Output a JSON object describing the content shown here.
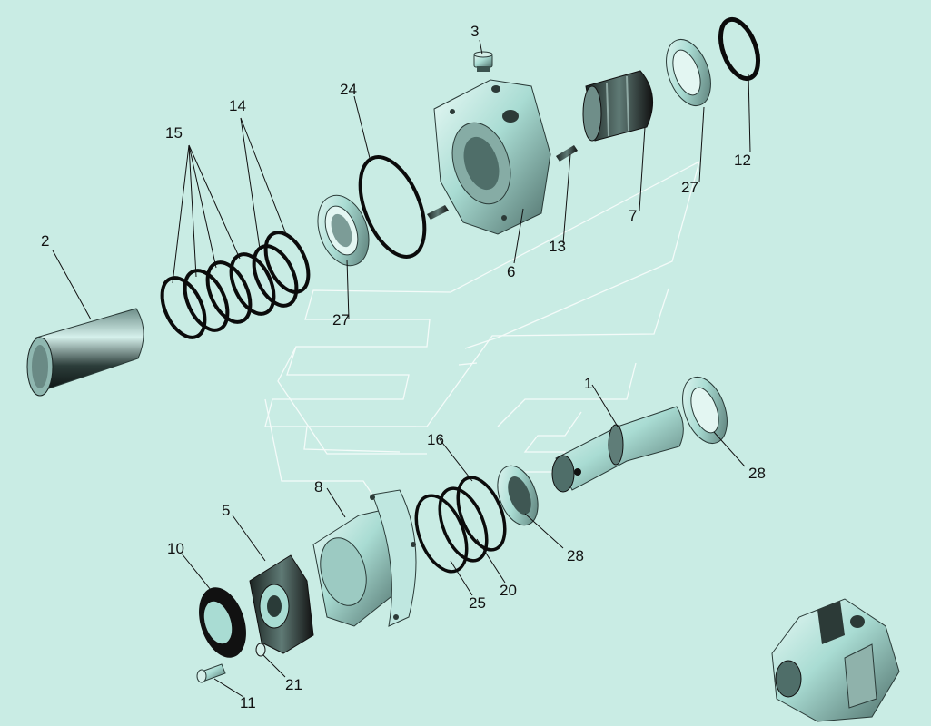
{
  "diagram": {
    "background": "#c9ece4",
    "part_color": "#a9dcd3",
    "shadow_color": "#4e6e69",
    "labels": [
      {
        "id": "p1",
        "text": "1"
      },
      {
        "id": "p2",
        "text": "2"
      },
      {
        "id": "p3",
        "text": "3"
      },
      {
        "id": "p5",
        "text": "5"
      },
      {
        "id": "p6",
        "text": "6"
      },
      {
        "id": "p7",
        "text": "7"
      },
      {
        "id": "p8",
        "text": "8"
      },
      {
        "id": "p10",
        "text": "10"
      },
      {
        "id": "p11",
        "text": "11"
      },
      {
        "id": "p12",
        "text": "12"
      },
      {
        "id": "p13",
        "text": "13"
      },
      {
        "id": "p14",
        "text": "14"
      },
      {
        "id": "p15",
        "text": "15"
      },
      {
        "id": "p16",
        "text": "16"
      },
      {
        "id": "p20",
        "text": "20"
      },
      {
        "id": "p21",
        "text": "21"
      },
      {
        "id": "p24",
        "text": "24"
      },
      {
        "id": "p25",
        "text": "25"
      },
      {
        "id": "p27a",
        "text": "27"
      },
      {
        "id": "p27b",
        "text": "27"
      },
      {
        "id": "p28a",
        "text": "28"
      },
      {
        "id": "p28b",
        "text": "28"
      }
    ]
  }
}
